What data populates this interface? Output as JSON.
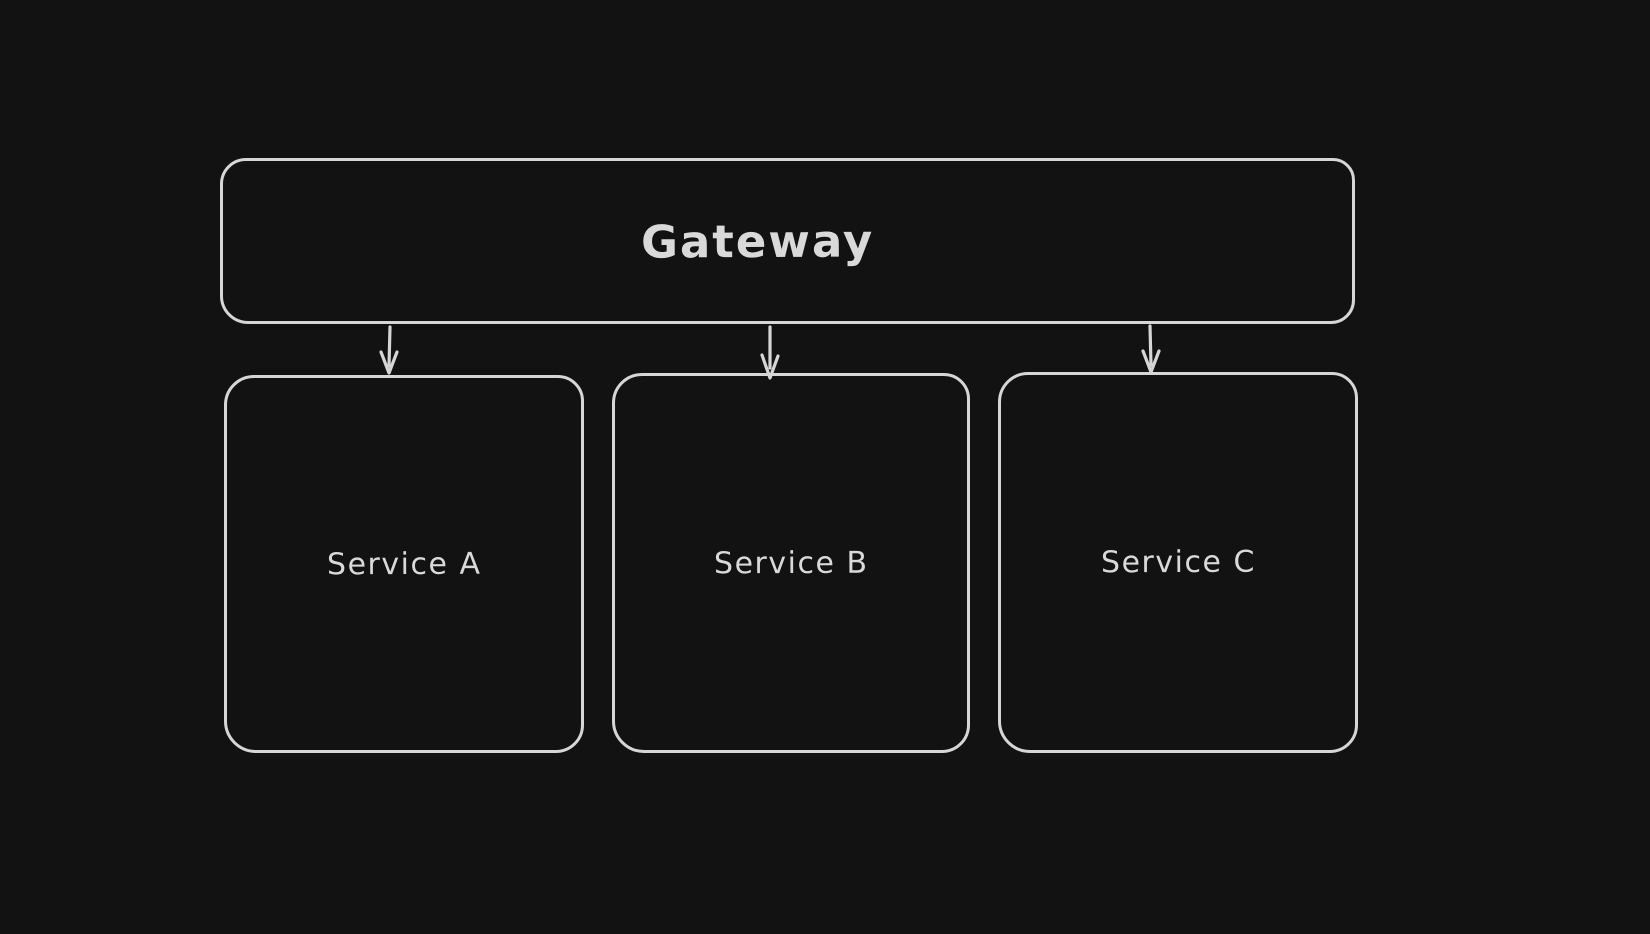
{
  "canvas": {
    "background_color": "#121212",
    "stroke_color": "#d6d6d6",
    "text_color": "#d9d9d9",
    "style": "hand-drawn whiteboard diagram, dark theme"
  },
  "nodes": {
    "gateway": {
      "label": "Gateway"
    },
    "service_a": {
      "label": "Service A"
    },
    "service_b": {
      "label": "Service B"
    },
    "service_c": {
      "label": "Service C"
    }
  },
  "edges": [
    {
      "name": "gateway-to-service-a",
      "from": "Gateway",
      "to": "Service A",
      "arrow": "down"
    },
    {
      "name": "gateway-to-service-b",
      "from": "Gateway",
      "to": "Service B",
      "arrow": "down"
    },
    {
      "name": "gateway-to-service-c",
      "from": "Gateway",
      "to": "Service C",
      "arrow": "down"
    }
  ]
}
